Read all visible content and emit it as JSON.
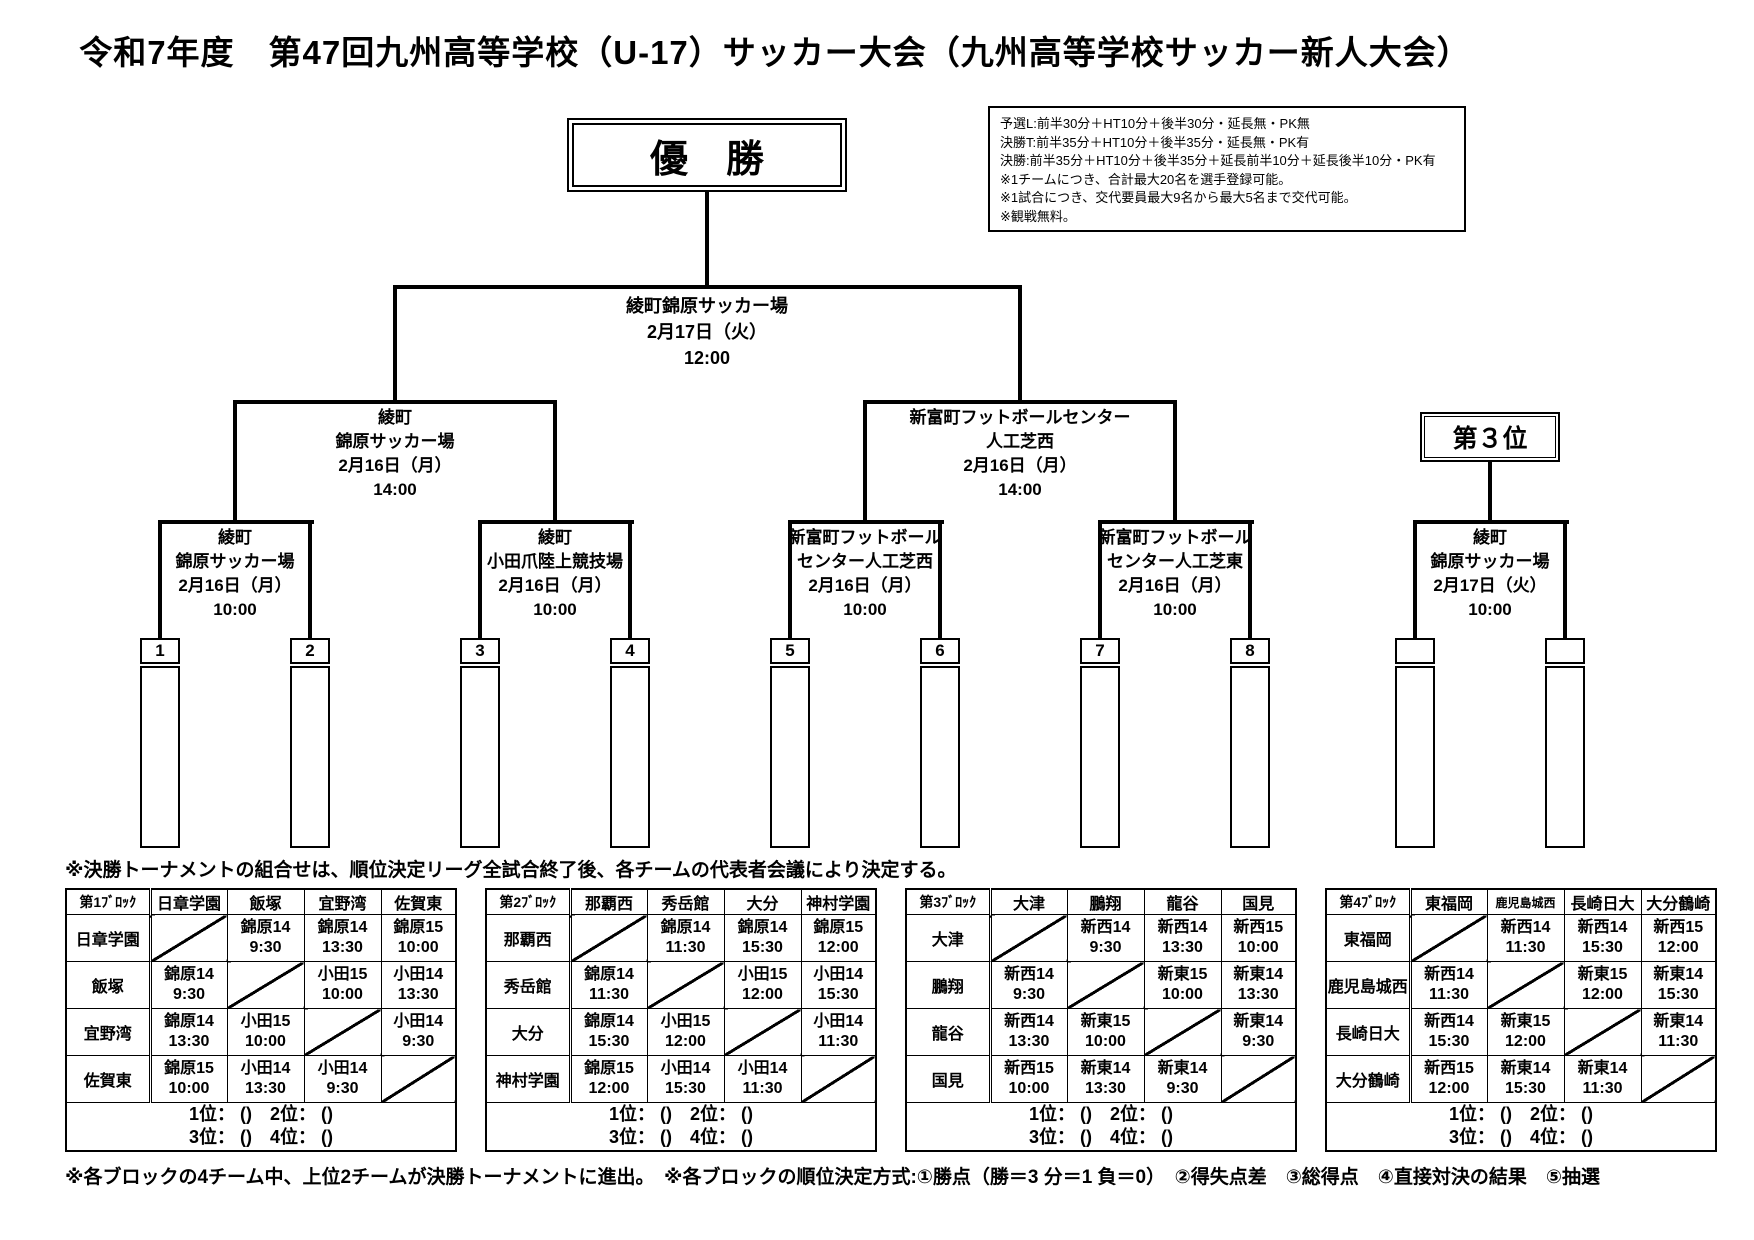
{
  "title": "令和7年度　第47回九州高等学校（U-17）サッカー大会（九州高等学校サッカー新人大会）",
  "champion_box": {
    "label": "優　勝"
  },
  "third_place_box": {
    "label": "第３位"
  },
  "rules_note": {
    "lines": [
      "予選L:前半30分＋HT10分＋後半30分・延長無・PK無",
      "決勝T:前半35分＋HT10分＋後半35分・延長無・PK有",
      "決勝:前半35分＋HT10分＋後半35分＋延長前半10分＋延長後半10分・PK有",
      "※1チームにつき、合計最大20名を選手登録可能。",
      "※1試合につき、交代要員最大9名から最大5名まで交代可能。",
      "※観戦無料。"
    ]
  },
  "bracket": {
    "final": {
      "lines": [
        "綾町錦原サッカー場",
        "2月17日（火）",
        "12:00"
      ]
    },
    "semi_left": {
      "lines": [
        "綾町",
        "錦原サッカー場",
        "2月16日（月）",
        "14:00"
      ]
    },
    "semi_right": {
      "lines": [
        "新富町フットボールセンター",
        "人工芝西",
        "2月16日（月）",
        "14:00"
      ]
    },
    "qf1": {
      "lines": [
        "綾町",
        "錦原サッカー場",
        "2月16日（月）",
        "10:00"
      ]
    },
    "qf2": {
      "lines": [
        "綾町",
        "小田爪陸上競技場",
        "2月16日（月）",
        "10:00"
      ]
    },
    "qf3": {
      "lines": [
        "新富町フットボール",
        "センター人工芝西",
        "2月16日（月）",
        "10:00"
      ]
    },
    "qf4": {
      "lines": [
        "新富町フットボール",
        "センター人工芝東",
        "2月16日（月）",
        "10:00"
      ]
    },
    "third": {
      "lines": [
        "綾町",
        "錦原サッカー場",
        "2月17日（火）",
        "10:00"
      ]
    },
    "slot_numbers": [
      "1",
      "2",
      "3",
      "4",
      "5",
      "6",
      "7",
      "8",
      "",
      ""
    ]
  },
  "seeding_note": "※決勝トーナメントの組合せは、順位決定リーグ全試合終了後、各チームの代表者会議により決定する。",
  "blocks": [
    {
      "label": "第1ﾌﾞﾛｯｸ",
      "teams": [
        "日章学園",
        "飯塚",
        "宜野湾",
        "佐賀東"
      ],
      "matrix": [
        [
          null,
          {
            "venue": "錦原14",
            "time": "9:30"
          },
          {
            "venue": "錦原14",
            "time": "13:30"
          },
          {
            "venue": "錦原15",
            "time": "10:00"
          }
        ],
        [
          {
            "venue": "錦原14",
            "time": "9:30"
          },
          null,
          {
            "venue": "小田15",
            "time": "10:00"
          },
          {
            "venue": "小田14",
            "time": "13:30"
          }
        ],
        [
          {
            "venue": "錦原14",
            "time": "13:30"
          },
          {
            "venue": "小田15",
            "time": "10:00"
          },
          null,
          {
            "venue": "小田14",
            "time": "9:30"
          }
        ],
        [
          {
            "venue": "錦原15",
            "time": "10:00"
          },
          {
            "venue": "小田14",
            "time": "13:30"
          },
          {
            "venue": "小田14",
            "time": "9:30"
          },
          null
        ]
      ],
      "ranking_lines": [
        "1位： ()　2位： ()",
        "3位： ()　4位： ()"
      ]
    },
    {
      "label": "第2ﾌﾞﾛｯｸ",
      "teams": [
        "那覇西",
        "秀岳館",
        "大分",
        "神村学園"
      ],
      "matrix": [
        [
          null,
          {
            "venue": "錦原14",
            "time": "11:30"
          },
          {
            "venue": "錦原14",
            "time": "15:30"
          },
          {
            "venue": "錦原15",
            "time": "12:00"
          }
        ],
        [
          {
            "venue": "錦原14",
            "time": "11:30"
          },
          null,
          {
            "venue": "小田15",
            "time": "12:00"
          },
          {
            "venue": "小田14",
            "time": "15:30"
          }
        ],
        [
          {
            "venue": "錦原14",
            "time": "15:30"
          },
          {
            "venue": "小田15",
            "time": "12:00"
          },
          null,
          {
            "venue": "小田14",
            "time": "11:30"
          }
        ],
        [
          {
            "venue": "錦原15",
            "time": "12:00"
          },
          {
            "venue": "小田14",
            "time": "15:30"
          },
          {
            "venue": "小田14",
            "time": "11:30"
          },
          null
        ]
      ],
      "ranking_lines": [
        "1位： ()　2位： ()",
        "3位： ()　4位： ()"
      ]
    },
    {
      "label": "第3ﾌﾞﾛｯｸ",
      "teams": [
        "大津",
        "鵬翔",
        "龍谷",
        "国見"
      ],
      "matrix": [
        [
          null,
          {
            "venue": "新西14",
            "time": "9:30"
          },
          {
            "venue": "新西14",
            "time": "13:30"
          },
          {
            "venue": "新西15",
            "time": "10:00"
          }
        ],
        [
          {
            "venue": "新西14",
            "time": "9:30"
          },
          null,
          {
            "venue": "新東15",
            "time": "10:00"
          },
          {
            "venue": "新東14",
            "time": "13:30"
          }
        ],
        [
          {
            "venue": "新西14",
            "time": "13:30"
          },
          {
            "venue": "新東15",
            "time": "10:00"
          },
          null,
          {
            "venue": "新東14",
            "time": "9:30"
          }
        ],
        [
          {
            "venue": "新西15",
            "time": "10:00"
          },
          {
            "venue": "新東14",
            "time": "13:30"
          },
          {
            "venue": "新東14",
            "time": "9:30"
          },
          null
        ]
      ],
      "ranking_lines": [
        "1位： ()　2位： ()",
        "3位： ()　4位： ()"
      ]
    },
    {
      "label": "第4ﾌﾞﾛｯｸ",
      "teams": [
        "東福岡",
        "鹿児島城西",
        "長崎日大",
        "大分鶴崎"
      ],
      "matrix": [
        [
          null,
          {
            "venue": "新西14",
            "time": "11:30"
          },
          {
            "venue": "新西14",
            "time": "15:30"
          },
          {
            "venue": "新西15",
            "time": "12:00"
          }
        ],
        [
          {
            "venue": "新西14",
            "time": "11:30"
          },
          null,
          {
            "venue": "新東15",
            "time": "12:00"
          },
          {
            "venue": "新東14",
            "time": "15:30"
          }
        ],
        [
          {
            "venue": "新西14",
            "time": "15:30"
          },
          {
            "venue": "新東15",
            "time": "12:00"
          },
          null,
          {
            "venue": "新東14",
            "time": "11:30"
          }
        ],
        [
          {
            "venue": "新西15",
            "time": "12:00"
          },
          {
            "venue": "新東14",
            "time": "15:30"
          },
          {
            "venue": "新東14",
            "time": "11:30"
          },
          null
        ]
      ],
      "ranking_lines": [
        "1位： ()　2位： ()",
        "3位： ()　4位： ()"
      ]
    }
  ],
  "qualification_note": "※各ブロックの4チーム中、上位2チームが決勝トーナメントに進出。　※各ブロックの順位決定方式:①勝点（勝＝3 分＝1 負＝0）　②得失点差　③総得点　④直接対決の結果　⑤抽選"
}
